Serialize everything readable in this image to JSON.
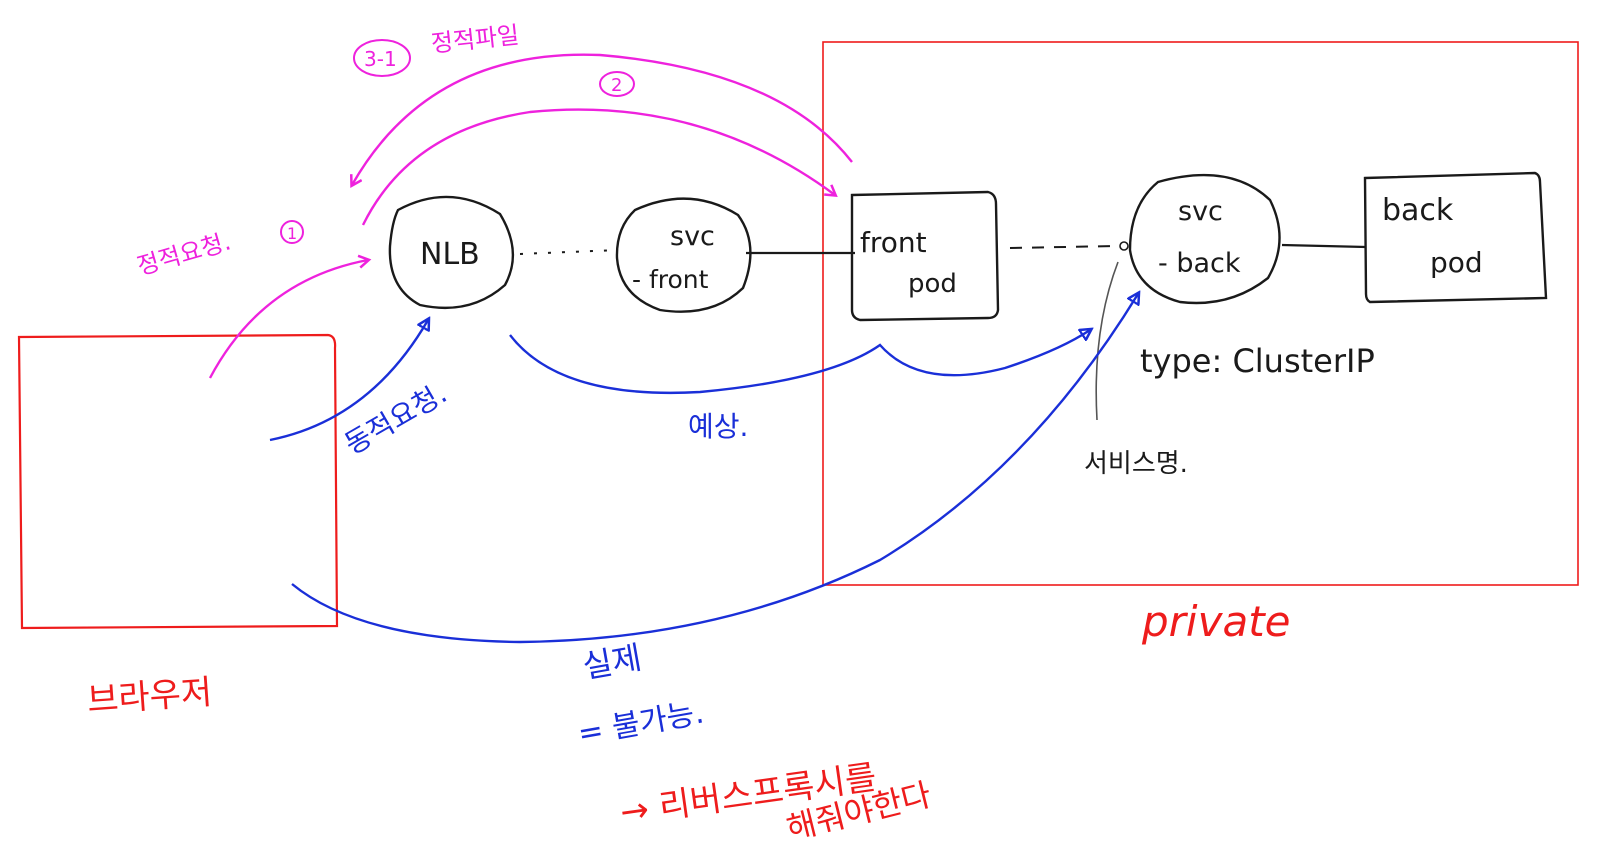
{
  "nodes": {
    "nlb": "NLB",
    "svc_front_line1": "svc",
    "svc_front_line2": "- front",
    "front_pod_line1": "front",
    "front_pod_line2": "pod",
    "svc_back_line1": "svc",
    "svc_back_line2": "- back",
    "back_pod_line1": "back",
    "back_pod_line2": "pod"
  },
  "annotations": {
    "type_label": "type: ClusterIP",
    "service_name": "서비스명.",
    "private_label": "private",
    "browser_label": "브라우저",
    "dynamic_request": "동적요청.",
    "expected": "예상.",
    "actual": "실제",
    "impossible": "= 불가능.",
    "reverse_proxy_line1": "→ 리버스프록시를",
    "reverse_proxy_line2": "해줘야한다",
    "static_request": "정적요청.",
    "step_1": "1",
    "step_2": "2",
    "step_3_1": "3-1",
    "static_file": "정적파일"
  },
  "colors": {
    "ink": "#1a1a1a",
    "blue": "#1a2fd8",
    "magenta": "#ee22dd",
    "red": "#ee1c1c"
  }
}
